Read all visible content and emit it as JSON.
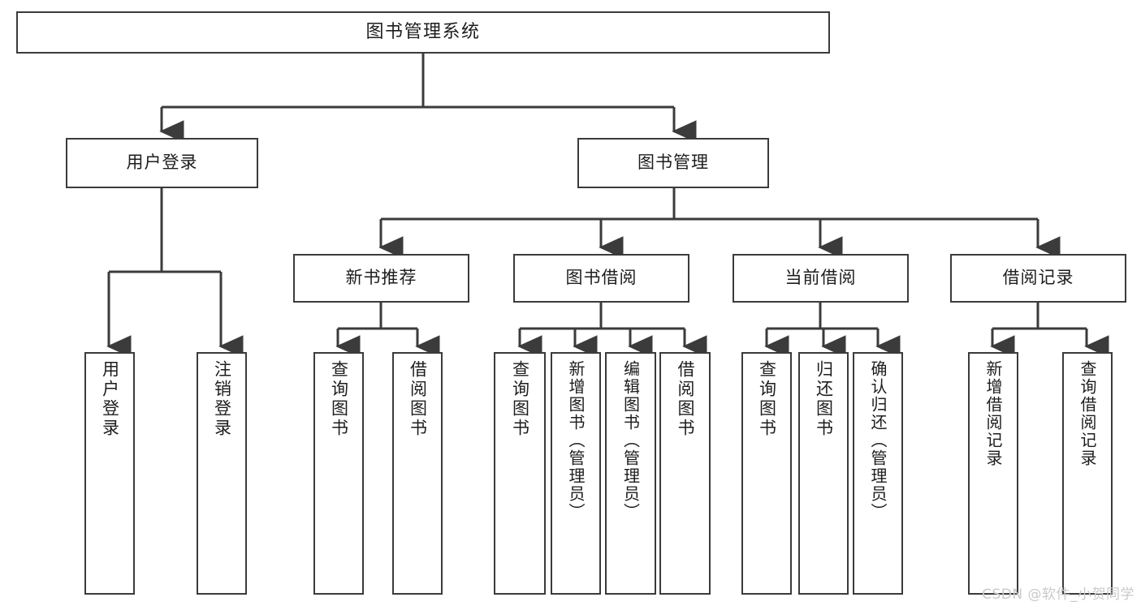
{
  "diagram": {
    "type": "tree",
    "title": "图书管理系统",
    "watermark": "CSDN @软件_小贺同学",
    "nodes": {
      "root": {
        "label": "图书管理系统"
      },
      "level2": [
        {
          "id": "user-login",
          "label": "用户登录"
        },
        {
          "id": "book-management",
          "label": "图书管理"
        }
      ],
      "level3": [
        {
          "id": "new-book-recommend",
          "label": "新书推荐"
        },
        {
          "id": "book-borrow",
          "label": "图书借阅"
        },
        {
          "id": "current-borrow",
          "label": "当前借阅"
        },
        {
          "id": "borrow-record",
          "label": "借阅记录"
        }
      ],
      "leaves": {
        "user_login": [
          {
            "id": "leaf-user-login",
            "label": "用户登录"
          },
          {
            "id": "leaf-logout-login",
            "label": "注销登录"
          }
        ],
        "new_book_recommend": [
          {
            "id": "leaf-query-book-1",
            "label": "查询图书"
          },
          {
            "id": "leaf-borrow-book-1",
            "label": "借阅图书"
          }
        ],
        "book_borrow": [
          {
            "id": "leaf-query-book-2",
            "label": "查询图书"
          },
          {
            "id": "leaf-add-book",
            "label": "新增图书（管理员）"
          },
          {
            "id": "leaf-edit-book",
            "label": "编辑图书（管理员）"
          },
          {
            "id": "leaf-borrow-book-2",
            "label": "借阅图书"
          }
        ],
        "current_borrow": [
          {
            "id": "leaf-query-book-3",
            "label": "查询图书"
          },
          {
            "id": "leaf-return-book",
            "label": "归还图书"
          },
          {
            "id": "leaf-confirm-return",
            "label": "确认归还（管理员）"
          }
        ],
        "borrow_record": [
          {
            "id": "leaf-add-record",
            "label": "新增借阅记录"
          },
          {
            "id": "leaf-query-record",
            "label": "查询借阅记录"
          }
        ]
      }
    },
    "colors": {
      "stroke": "#3b3b3b",
      "fill": "#ffffff",
      "text": "#1d1d1d",
      "watermark": "#c9c9c9"
    }
  }
}
